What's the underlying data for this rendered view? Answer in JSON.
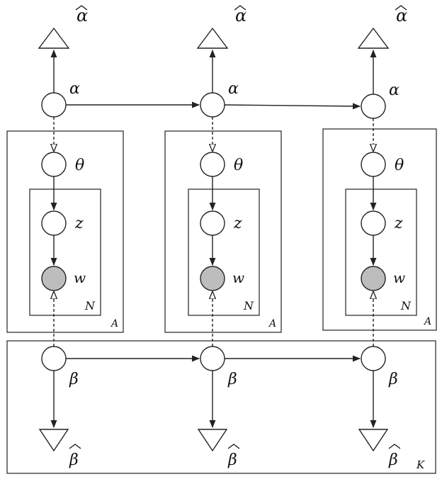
{
  "diagram": {
    "symbols": {
      "alpha": "α",
      "alpha_hat": "α",
      "theta": "θ",
      "z": "z",
      "w": "w",
      "beta": "β",
      "beta_hat": "β",
      "hat_mark": "^"
    },
    "plates": {
      "inner": "N",
      "outer": "A",
      "topic": "K"
    },
    "colors": {
      "observed_fill": "#bdbdbd",
      "stroke": "#222222"
    },
    "slices": [
      {
        "id": "slice-1"
      },
      {
        "id": "slice-2"
      },
      {
        "id": "slice-3"
      }
    ]
  }
}
